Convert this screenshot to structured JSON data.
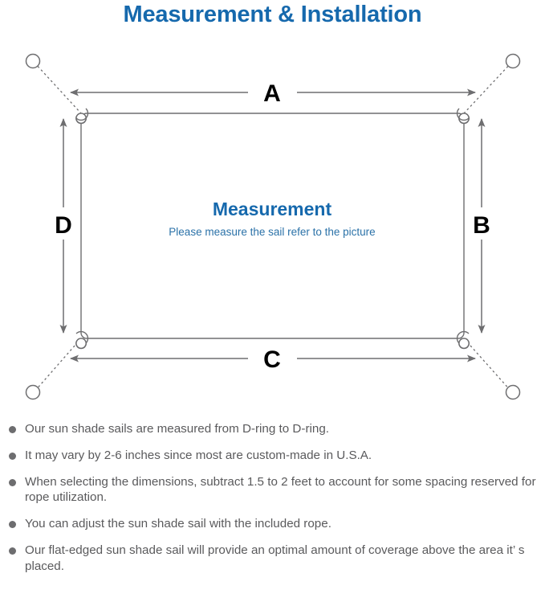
{
  "page": {
    "title": "Measurement & Installation",
    "title_color": "#1669ad",
    "background": "#ffffff"
  },
  "diagram": {
    "name": "sun-shade-sail-measurement-diagram",
    "center_title": "Measurement",
    "center_subtitle": "Please measure the sail refer to the picture",
    "center_title_color": "#1669ad",
    "center_subtitle_color": "#2b72a8",
    "line_color": "#6e6e70",
    "sail_outline_color": "#6e6e70",
    "dimension_labels": {
      "top": "A",
      "right": "B",
      "bottom": "C",
      "left": "D"
    },
    "dimension_label_color": "#000000",
    "d_rings": [
      "d-ring-top-left",
      "d-ring-top-right",
      "d-ring-bottom-right",
      "d-ring-bottom-left"
    ],
    "anchor_points": [
      "anchor-point-top-left",
      "anchor-point-top-right",
      "anchor-point-bottom-right",
      "anchor-point-bottom-left"
    ],
    "rope_style": "dashed"
  },
  "notes": {
    "bullet_color": "#6d6d6f",
    "text_color": "#5a5a5c",
    "items": [
      "Our sun shade sails are measured from D-ring to D-ring.",
      "It may vary by 2-6 inches since most are custom-made in U.S.A.",
      "When selecting the dimensions, subtract 1.5 to 2 feet to account for some spacing reserved for rope utilization.",
      "You can adjust the sun shade sail with the included rope.",
      "Our flat-edged sun shade sail will provide an optimal amount of coverage above the area it’  s placed."
    ]
  }
}
